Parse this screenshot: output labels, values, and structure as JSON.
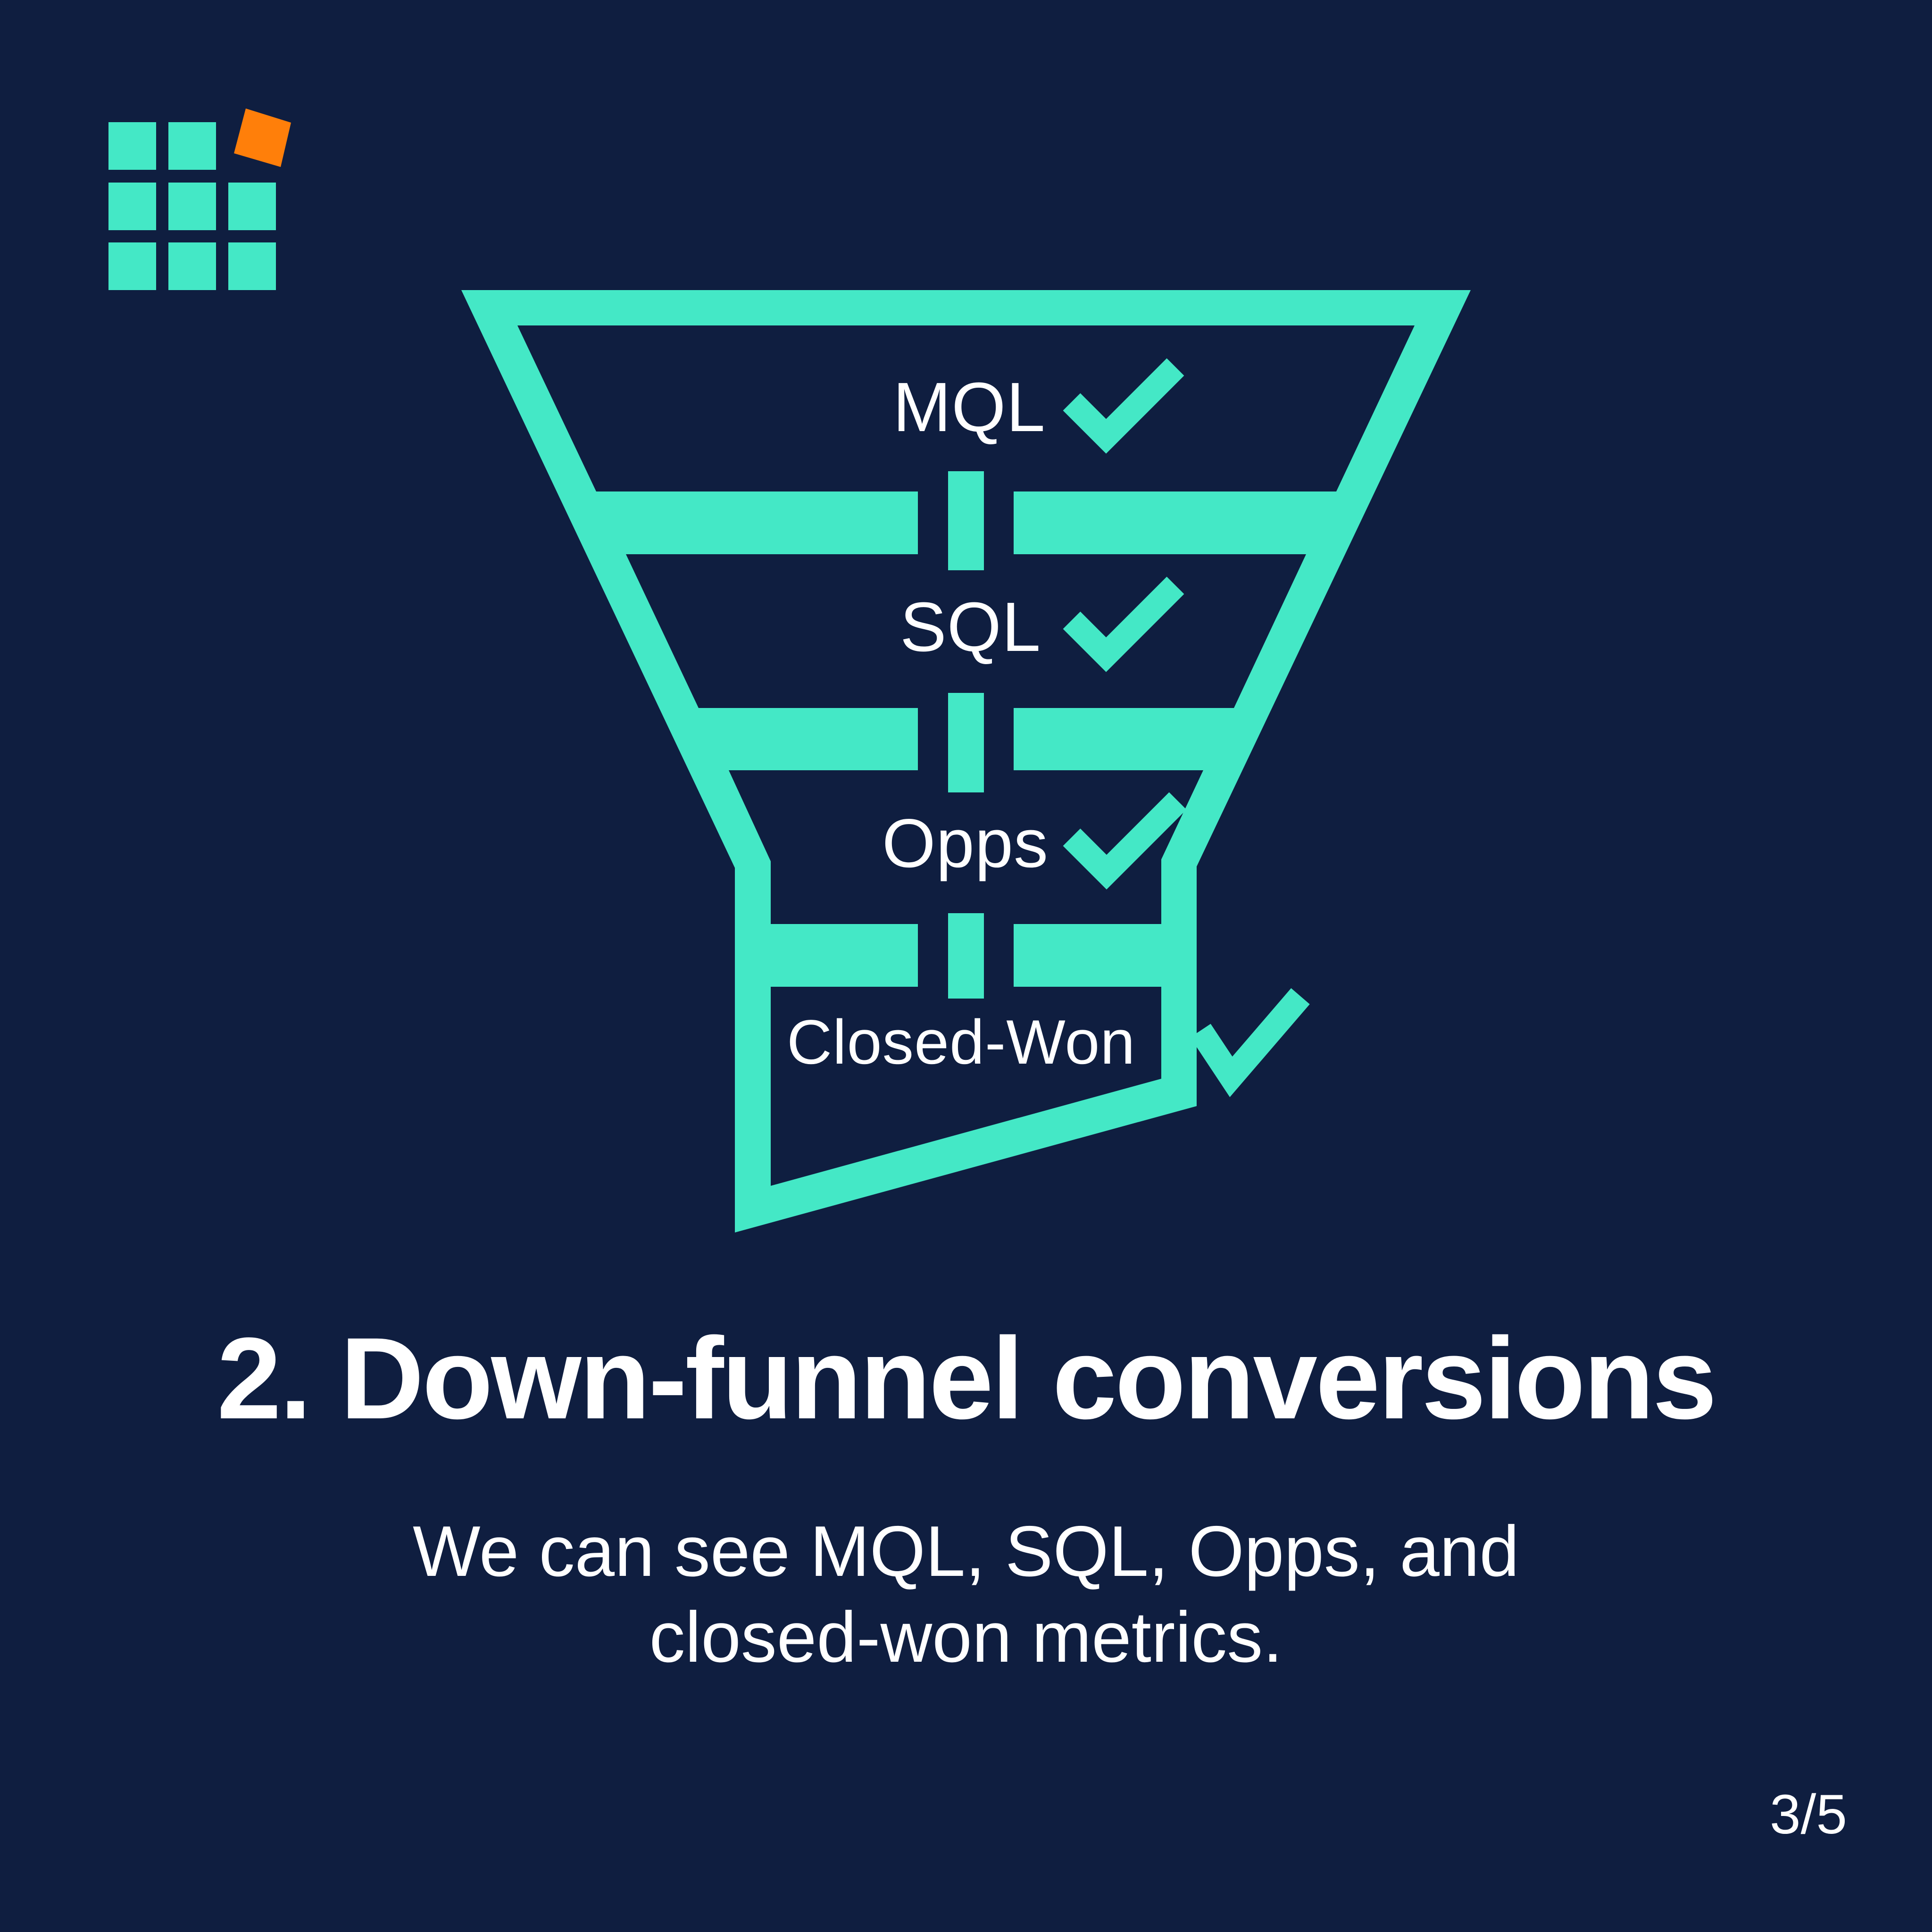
{
  "slide": {
    "background": "#0F1E40",
    "accent_teal": "#44E8C6",
    "accent_orange": "#FF7F0A",
    "text_color": "#FFFFFF"
  },
  "logo": {
    "icon": "grid-logo-icon",
    "grid_squares": 8,
    "tilted_square_color": "#FF7F0A"
  },
  "funnel": {
    "stages": [
      {
        "label": "MQL",
        "status_icon": "check-icon"
      },
      {
        "label": "SQL",
        "status_icon": "check-icon"
      },
      {
        "label": "Opps",
        "status_icon": "check-icon"
      },
      {
        "label": "Closed-Won",
        "status_icon": "check-icon"
      }
    ]
  },
  "headline": "2. Down-funnel conversions",
  "body": {
    "line1": "We can see MQL, SQL, Opps, and",
    "line2": "closed-won metrics."
  },
  "pagination": {
    "label": "3/5",
    "current": 3,
    "total": 5
  }
}
